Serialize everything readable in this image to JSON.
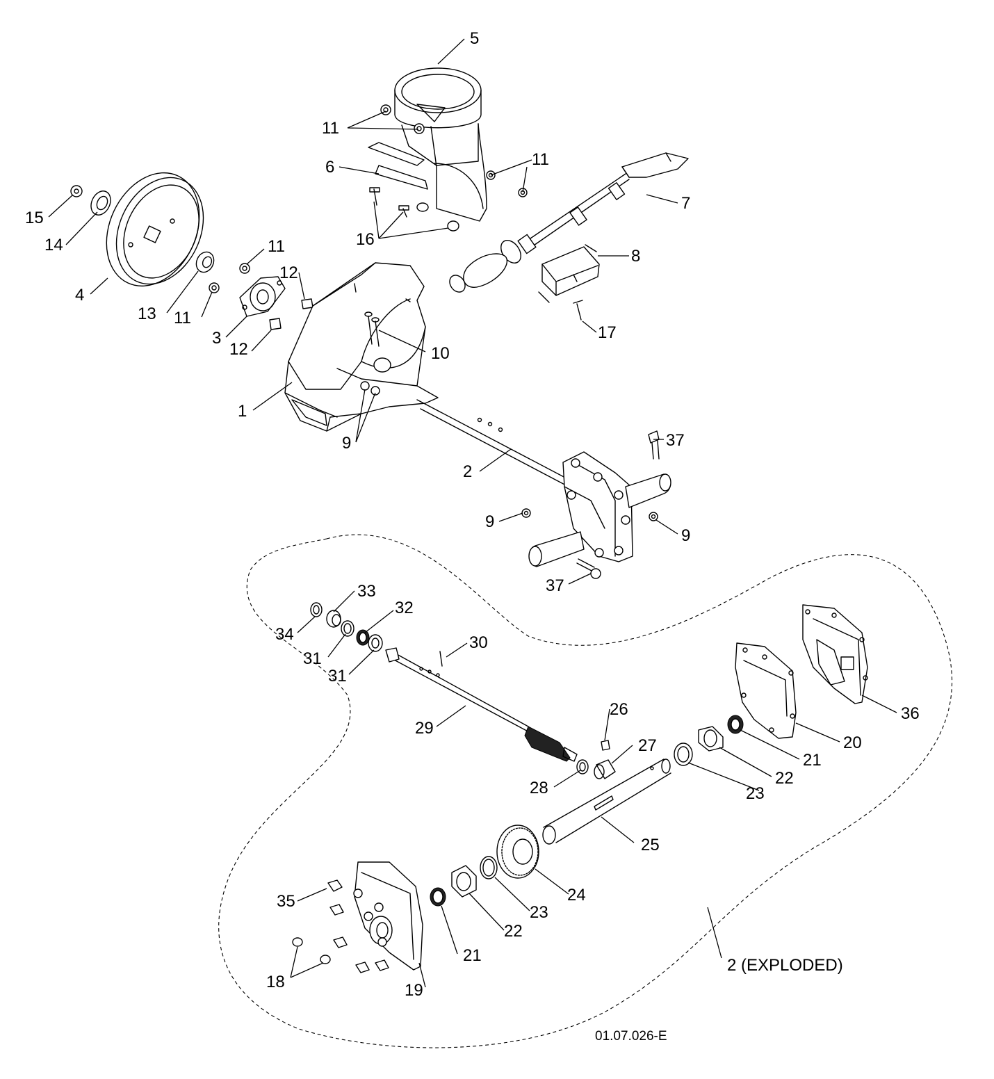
{
  "callouts": {
    "c1": "1",
    "c2": "2",
    "c3": "3",
    "c4": "4",
    "c5": "5",
    "c6": "6",
    "c7": "7",
    "c8": "8",
    "c9a": "9",
    "c9b": "9",
    "c9c": "9",
    "c10": "10",
    "c11a": "11",
    "c11b": "11",
    "c11c": "11",
    "c11d": "11",
    "c12a": "12",
    "c12b": "12",
    "c13": "13",
    "c14": "14",
    "c15": "15",
    "c16": "16",
    "c17": "17",
    "c18": "18",
    "c19": "19",
    "c20": "20",
    "c21a": "21",
    "c21b": "21",
    "c22a": "22",
    "c22b": "22",
    "c23a": "23",
    "c23b": "23",
    "c24": "24",
    "c25": "25",
    "c26": "26",
    "c27": "27",
    "c28": "28",
    "c29": "29",
    "c30": "30",
    "c31a": "31",
    "c31b": "31",
    "c32": "32",
    "c33": "33",
    "c34": "34",
    "c35": "35",
    "c36": "36",
    "c37a": "37",
    "c37b": "37",
    "exploded": "2 (EXPLODED)"
  },
  "drawing_number": "01.07.026-E"
}
